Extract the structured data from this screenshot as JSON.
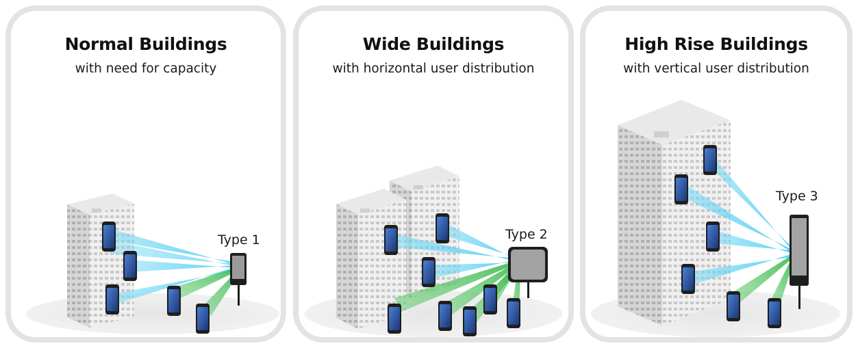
{
  "panels": [
    {
      "title": "Normal Buildings",
      "subtitle": "with need for capacity",
      "device_label": "Type 1"
    },
    {
      "title": "Wide Buildings",
      "subtitle": "with horizontal user distribution",
      "device_label": "Type 2"
    },
    {
      "title": "High Rise Buildings",
      "subtitle": "with vertical user distribution",
      "device_label": "Type 3"
    }
  ],
  "colors": {
    "panel_border": "#e3e3e3",
    "beam_blue": "#5fd0f2",
    "beam_green": "#3fbf4a",
    "building_light": "#f1f1f1",
    "building_shade": "#d3d3d3",
    "ground": "#ececec",
    "phone": "#222222",
    "phone_screen": "#2d56a8"
  },
  "icons": {
    "device": "radio-unit-icon",
    "phone": "smartphone-icon",
    "building": "building-icon"
  }
}
